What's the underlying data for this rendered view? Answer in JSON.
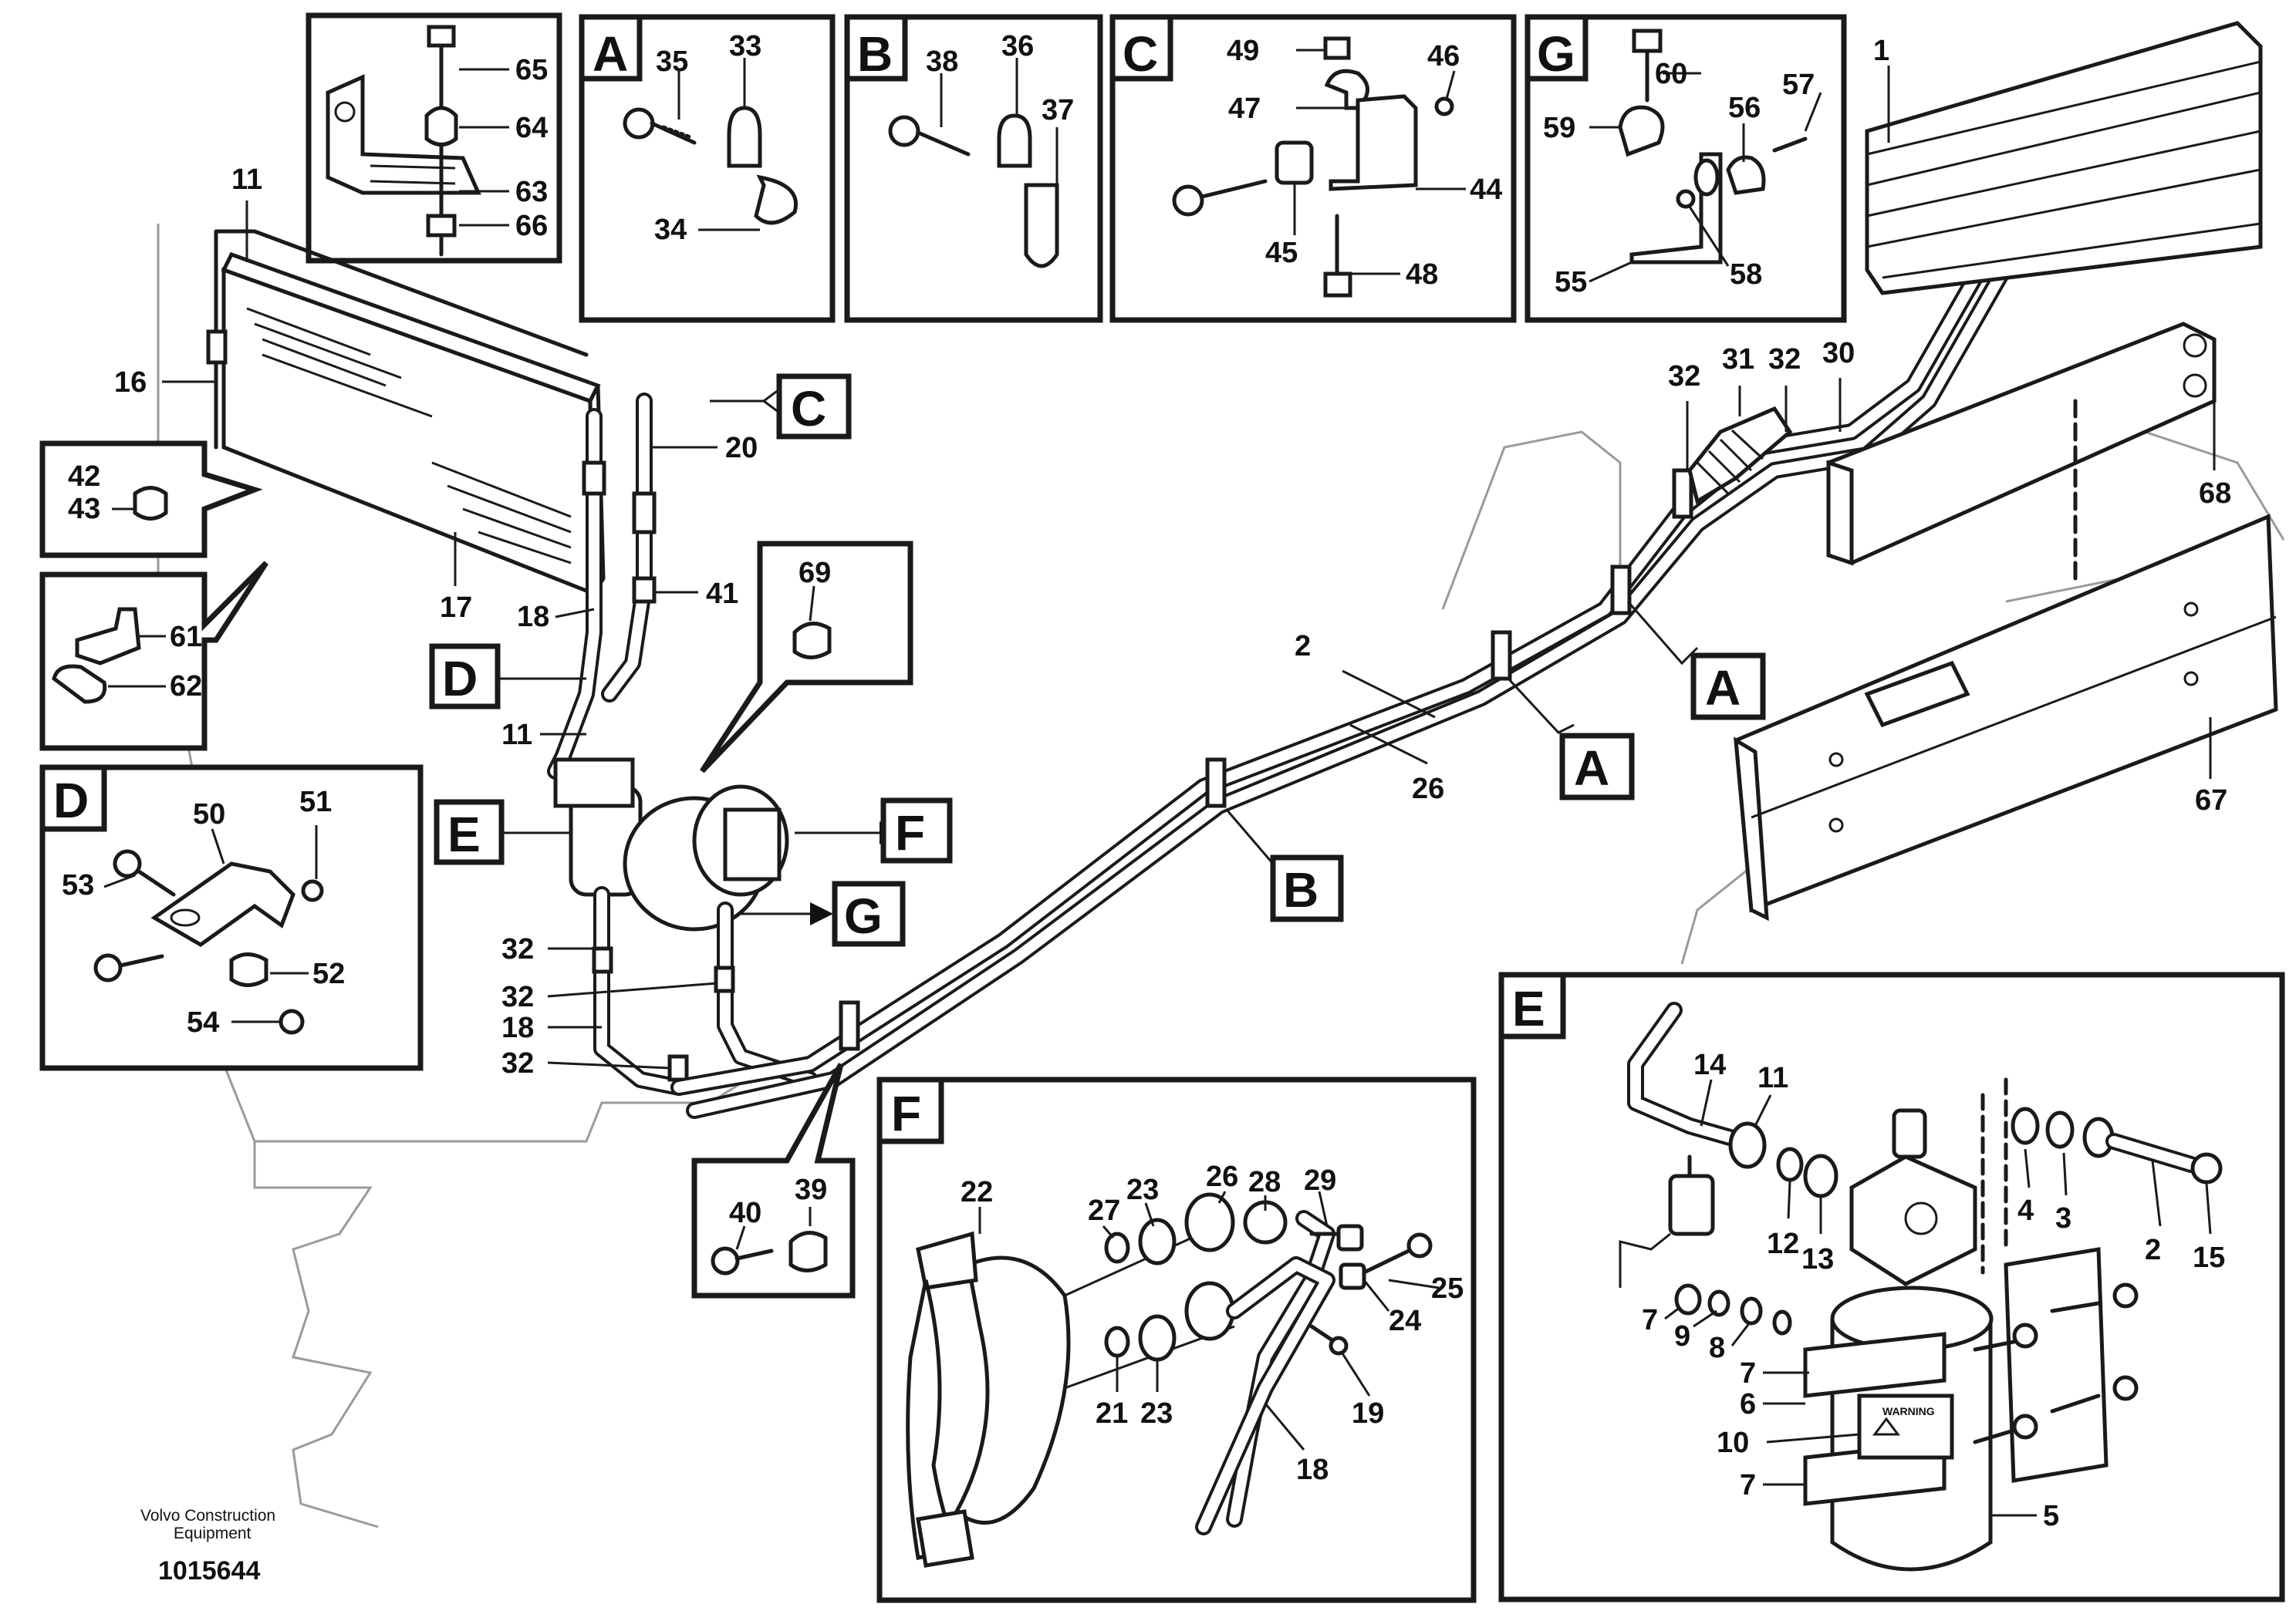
{
  "detail_boxes": {
    "A": {
      "label": "A",
      "parts": [
        "35",
        "33",
        "34"
      ]
    },
    "B": {
      "label": "B",
      "parts": [
        "38",
        "36",
        "37"
      ]
    },
    "C": {
      "label": "C",
      "parts": [
        "49",
        "46",
        "47",
        "44",
        "45",
        "48"
      ]
    },
    "G": {
      "label": "G",
      "parts": [
        "60",
        "57",
        "59",
        "56",
        "55",
        "58"
      ]
    },
    "D": {
      "label": "D",
      "parts": [
        "50",
        "51",
        "53",
        "52",
        "54"
      ]
    },
    "E": {
      "label": "E",
      "parts": [
        "14",
        "11",
        "4",
        "3",
        "12",
        "13",
        "2",
        "15",
        "7",
        "9",
        "8",
        "7",
        "6",
        "10",
        "7",
        "5"
      ],
      "warning_label": "WARNING"
    },
    "F": {
      "label": "F",
      "parts": [
        "29",
        "26",
        "28",
        "23",
        "27",
        "22",
        "25",
        "24",
        "21",
        "23",
        "19",
        "18"
      ]
    },
    "top_bracket": {
      "parts": [
        "65",
        "64",
        "63",
        "66"
      ]
    },
    "clip_42_43": {
      "parts": [
        "42",
        "43"
      ]
    },
    "bracket_61_62": {
      "parts": [
        "61",
        "62"
      ]
    },
    "clip_69": {
      "parts": [
        "69"
      ]
    },
    "clip_39_40": {
      "parts": [
        "40",
        "39"
      ]
    }
  },
  "callouts": {
    "C": "C",
    "D": "D",
    "E": "E",
    "F": "F",
    "G": "G",
    "A1": "A",
    "A2": "A",
    "B": "B"
  },
  "main_labels": {
    "p11_top": "11",
    "p16": "16",
    "p20": "20",
    "p17": "17",
    "p18": "18",
    "p41": "41",
    "p11_mid": "11",
    "p32a": "32",
    "p32b": "32",
    "p18b": "18",
    "p32c": "32",
    "p2": "2",
    "p26": "26",
    "p32_top": "32",
    "p31": "31",
    "p32_top2": "32",
    "p30": "30",
    "p1": "1",
    "p68": "68",
    "p67": "67"
  },
  "footer": {
    "brand_line1": "Volvo Construction",
    "brand_line2": "Equipment",
    "drawing_number": "1015644"
  }
}
